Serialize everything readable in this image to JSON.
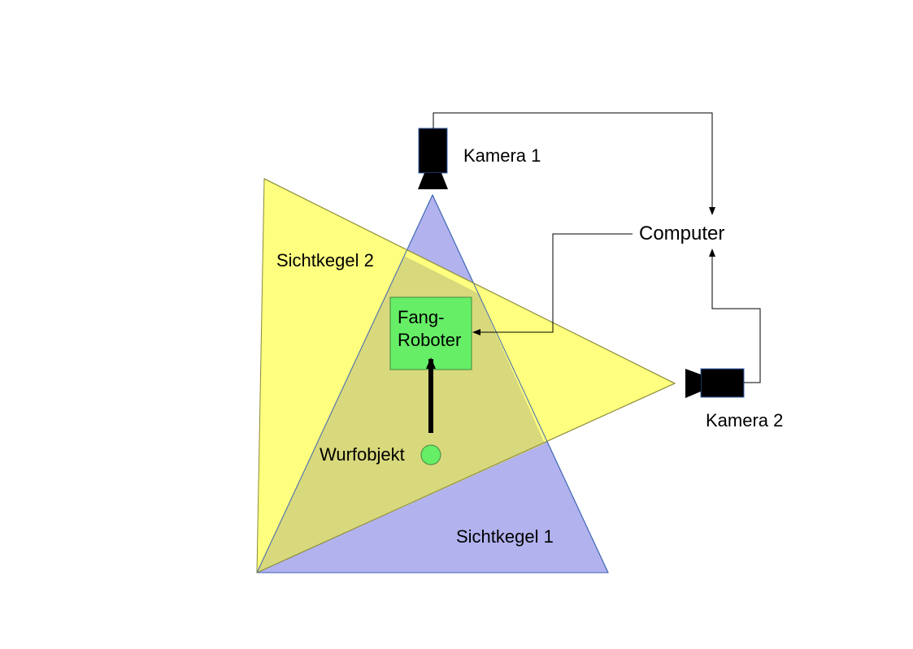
{
  "labels": {
    "camera1": "Kamera 1",
    "camera2": "Kamera 2",
    "computer": "Computer",
    "cone2": "Sichtkegel 2",
    "cone1": "Sichtkegel 1",
    "robot_line1": "Fang-",
    "robot_line2": "Roboter",
    "object": "Wurfobjekt"
  },
  "colors": {
    "cone1_fill": "#b2b2ee",
    "cone1_stroke": "#3c66b4",
    "cone2_fill": "#ffff7f",
    "cone2_stroke": "#8a8a3a",
    "overlap": "#d8d87c",
    "robot_fill": "#66ee66",
    "robot_stroke": "#448844",
    "object_fill": "#66ee66",
    "connector": "#000000"
  }
}
